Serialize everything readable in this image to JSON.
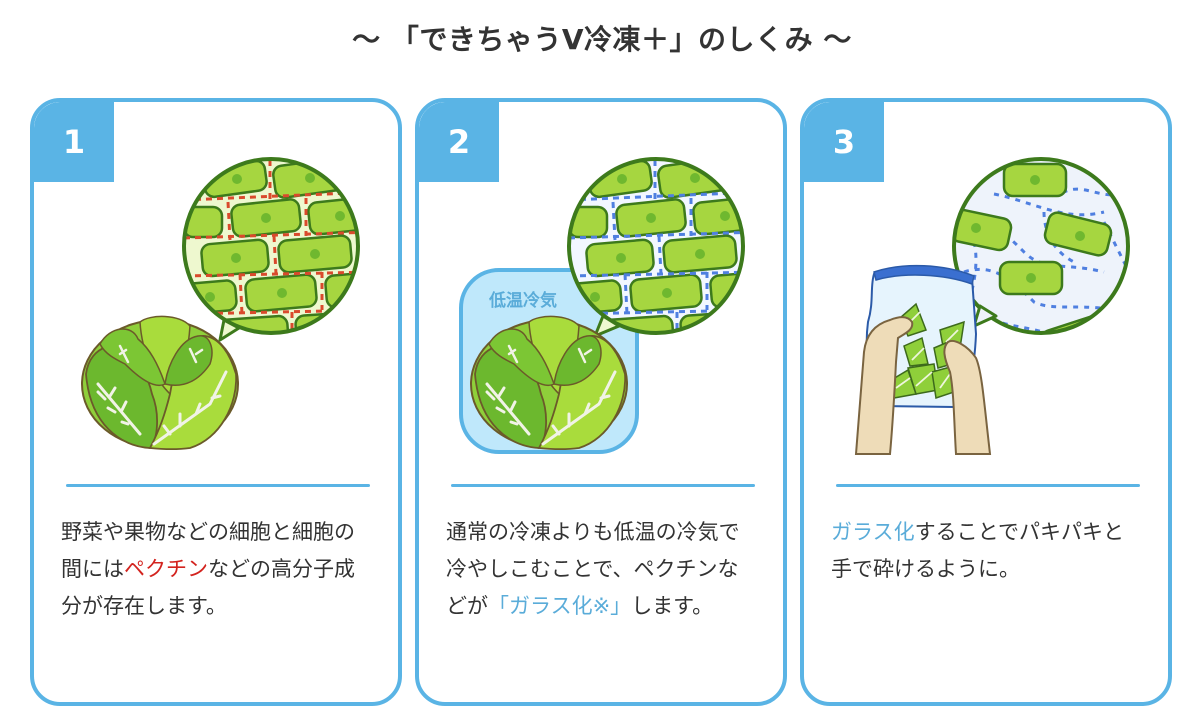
{
  "title": "～ 「できちゃうV冷凍＋」のしくみ ～",
  "colors": {
    "accent_blue": "#5ab4e5",
    "text": "#333333",
    "highlight_red": "#d3231e",
    "highlight_blue": "#5aacd9",
    "cell_green": "#a6d640",
    "cell_outline": "#3d7a1c",
    "pectin_red": "#d94a2c",
    "frozen_blue": "#4f7fe0"
  },
  "steps": [
    {
      "number": "1",
      "illustration": "lettuce-with-cell-zoom-pectin",
      "text_before": "野菜や果物などの細胞と細胞の間には",
      "highlight": "ペクチン",
      "highlight_color": "red",
      "text_after": "などの高分子成分が存在します。"
    },
    {
      "number": "2",
      "illustration": "lettuce-in-cold-air-with-cell-zoom-frozen",
      "cold_air_label": "低温冷気",
      "text_before": "通常の冷凍よりも低温の冷気で冷やしこむことで、ペクチンなどが",
      "highlight": "「ガラス化※」",
      "highlight_color": "blue",
      "text_after": "します。"
    },
    {
      "number": "3",
      "illustration": "hands-crushing-bag-with-cell-zoom-separated",
      "text_before": "",
      "highlight": "ガラス化",
      "highlight_color": "blue",
      "text_after": "することでパキパキと手で砕けるように。"
    }
  ]
}
